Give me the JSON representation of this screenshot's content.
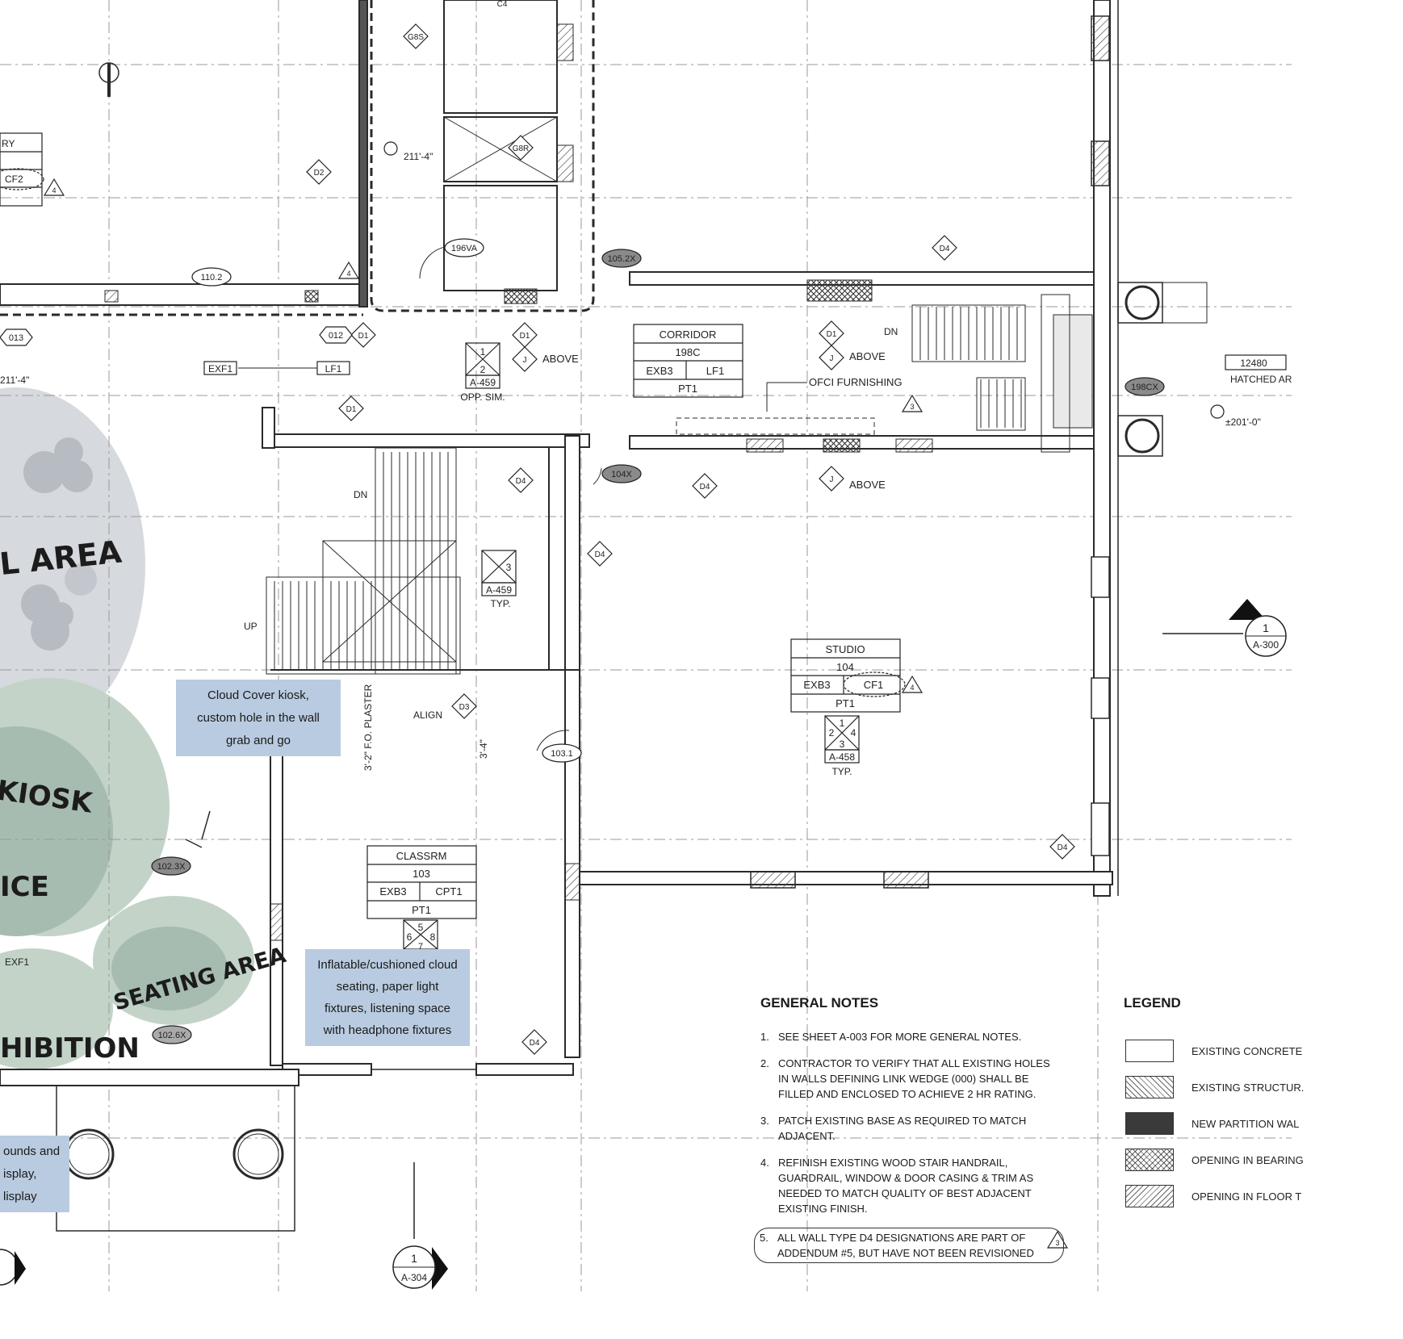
{
  "rooms": {
    "corridor": {
      "name": "CORRIDOR",
      "number": "198C",
      "finish_left": "EXB3",
      "finish_right": "LF1",
      "paint": "PT1"
    },
    "studio": {
      "name": "STUDIO",
      "number": "104",
      "finish_left": "EXB3",
      "finish_right": "CF1",
      "paint": "PT1"
    },
    "classroom": {
      "name": "CLASSRM",
      "number": "103",
      "finish_left": "EXB3",
      "finish_right": "CPT1",
      "paint": "PT1"
    }
  },
  "tags": {
    "d1": "D1",
    "d2": "D2",
    "d3": "D3",
    "d4": "D4",
    "j": "J",
    "g8s": "G8S",
    "g8r": "G8R",
    "c4": "C4",
    "door_196va": "196VA",
    "door_105_2x": "105.2X",
    "door_104x": "104X",
    "door_198cx": "198CX",
    "door_102_3x": "102.3X",
    "door_102_6x": "102.6X",
    "door_103_1": "103.1",
    "door_110_2": "110.2",
    "door_013": "013",
    "door_012": "012",
    "rev_4": "4",
    "rev_3": "3"
  },
  "labels": {
    "above": "ABOVE",
    "dn": "DN",
    "up": "UP",
    "align": "ALIGN",
    "ofci": "OFCI FURNISHING",
    "plaster": "3'-2\" F.O. PLASTER",
    "dim_3_4": "3'-4\"",
    "elev_211_a": "211'-4\"",
    "elev_211_b": "211'-4\"",
    "elev_201": "±201'-0\"",
    "exf1": "EXF1",
    "lf1": "LF1",
    "cf2": "CF2",
    "ry": "RY",
    "exf1_b": "EXF1",
    "hatched_num": "12480",
    "hatched_text": "HATCHED AR",
    "opp_sim": "OPP. SIM.",
    "typ": "TYP."
  },
  "detail_tags": {
    "a459_top": {
      "top": "1",
      "bottom": "2",
      "sheet": "A-459"
    },
    "a459_mid": {
      "top": "3",
      "sheet": "A-459"
    },
    "a458": {
      "top": "1",
      "left": "2",
      "right": "4",
      "bottom": "3",
      "sheet": "A-458"
    },
    "classroom_tag": {
      "top": "5",
      "left": "6",
      "right": "8",
      "bottom": "7"
    }
  },
  "section_marks": {
    "a300": {
      "num": "1",
      "sheet": "A-300"
    },
    "a304": {
      "num": "1",
      "sheet": "A-304"
    }
  },
  "zones": {
    "area": "L AREA",
    "kiosk": "KIOSK",
    "ice": "ICE",
    "seating": "SEATING AREA",
    "exhibition": "HIBITION"
  },
  "annotations": {
    "cloud_cover": "Cloud Cover kiosk,\ncustom hole in the wall\ngrab and go",
    "inflatable": "Inflatable/cushioned cloud\nseating, paper light\nfixtures, listening space\nwith headphone fixtures",
    "sounds": "ounds and\nisplay,\nlisplay"
  },
  "general_notes": {
    "title": "GENERAL NOTES",
    "items": [
      {
        "num": "1.",
        "text": "SEE SHEET A-003 FOR MORE GENERAL NOTES."
      },
      {
        "num": "2.",
        "text": "CONTRACTOR TO VERIFY THAT ALL EXISTING HOLES IN WALLS DEFINING LINK WEDGE (000) SHALL BE FILLED AND ENCLOSED TO ACHIEVE 2 HR RATING."
      },
      {
        "num": "3.",
        "text": "PATCH EXISTING BASE AS REQUIRED TO MATCH ADJACENT."
      },
      {
        "num": "4.",
        "text": "REFINISH EXISTING WOOD STAIR HANDRAIL, GUARDRAIL, WINDOW & DOOR CASING & TRIM AS NEEDED TO MATCH QUALITY OF BEST ADJACENT EXISTING FINISH."
      },
      {
        "num": "5.",
        "text": "ALL WALL TYPE D4 DESIGNATIONS ARE PART OF ADDENDUM #5, BUT HAVE NOT BEEN REVISIONED"
      }
    ]
  },
  "legend": {
    "title": "LEGEND",
    "items": [
      {
        "label": "EXISTING CONCRETE"
      },
      {
        "label": "EXISTING STRUCTUR."
      },
      {
        "label": "NEW PARTITION WAL"
      },
      {
        "label": "OPENING IN BEARING"
      },
      {
        "label": "OPENING IN FLOOR T"
      }
    ]
  },
  "colors": {
    "note_box": "#b9cbe0",
    "zone_grey": "#d6d9dd",
    "zone_green_dark": "#a7bcb0",
    "zone_green_light": "#c3d3c8",
    "line": "#2a2a2a"
  }
}
